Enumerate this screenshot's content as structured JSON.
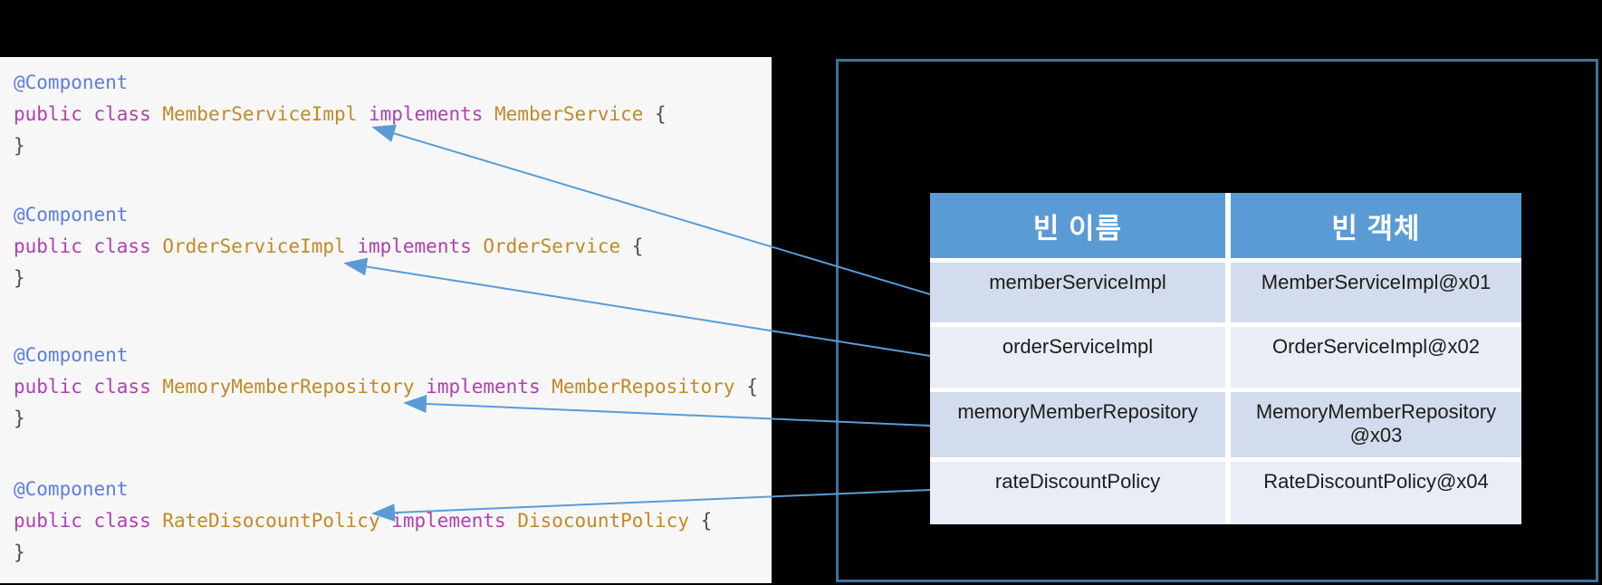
{
  "colors": {
    "background": "#000000",
    "code_panel_bg": "#f7f7f7",
    "frame_border": "#41719c",
    "arrow": "#5b9bd5",
    "table_header_bg": "#5b9bd5",
    "table_row_dark": "#d3dcec",
    "table_row_light": "#e9edf6",
    "token_annotation": "#5c7edf",
    "token_keyword": "#b040b0",
    "token_type": "#c08a28",
    "token_brace": "#4d4a5a"
  },
  "code_panel": {
    "blocks": [
      {
        "annotation": "@Component",
        "kw_modifier": "public class ",
        "class_name": "MemberServiceImpl",
        "kw_implements": " implements ",
        "interface_name": "MemberService",
        "open_brace": " {",
        "close_brace": "}"
      },
      {
        "annotation": "@Component",
        "kw_modifier": "public class ",
        "class_name": "OrderServiceImpl",
        "kw_implements": " implements ",
        "interface_name": "OrderService",
        "open_brace": " {",
        "close_brace": "}"
      },
      {
        "annotation": "@Component",
        "kw_modifier": "public class ",
        "class_name": "MemoryMemberRepository",
        "kw_implements": " implements ",
        "interface_name": "MemberRepository",
        "open_brace": " {",
        "close_brace": "}"
      },
      {
        "annotation": "@Component",
        "kw_modifier": "public class ",
        "class_name": "RateDisocountPolicy",
        "kw_implements": " implements ",
        "interface_name": "DisocountPolicy",
        "open_brace": " {",
        "close_brace": "}"
      }
    ]
  },
  "bean_table": {
    "headers": [
      {
        "label": "빈 이름"
      },
      {
        "label": "빈 객체"
      }
    ],
    "rows": [
      {
        "bean_name": "memberServiceImpl",
        "bean_object": "MemberServiceImpl@x01"
      },
      {
        "bean_name": "orderServiceImpl",
        "bean_object": "OrderServiceImpl@x02"
      },
      {
        "bean_name": "memoryMemberRepository",
        "bean_object": "MemoryMemberRepository\n@x03"
      },
      {
        "bean_name": "rateDiscountPolicy",
        "bean_object": "RateDiscountPolicy@x04"
      }
    ]
  }
}
